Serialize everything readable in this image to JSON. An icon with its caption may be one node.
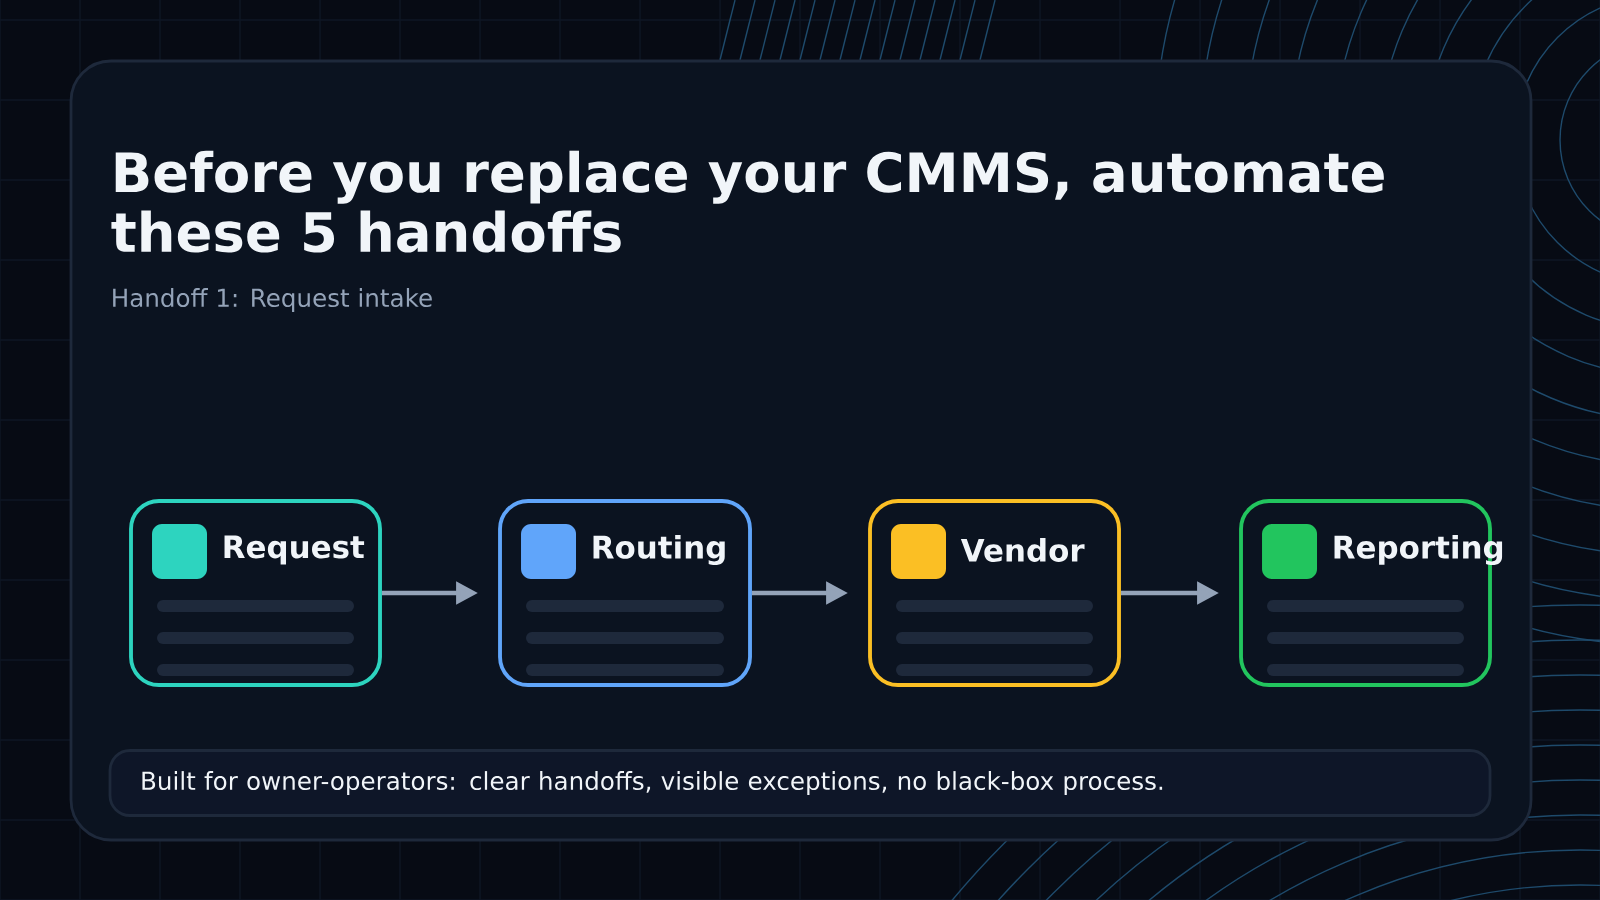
{
  "diagram": {
    "title": "Before you replace your CMMS, automate these 5 handoffs",
    "nodes": [
      {
        "text": [
          "Request"
        ]
      },
      {
        "text": [
          "Routing"
        ]
      },
      {
        "text": [
          "Vendor"
        ]
      },
      {
        "text": [
          "Reporting"
        ]
      },
      {
        "text": [
          "Built for owner-operators: clear handoffs, visible exceptions, no black-box process."
        ]
      }
    ],
    "edges": [
      {
        "from": 0,
        "to": 1,
        "arrow": "to"
      },
      {
        "from": 1,
        "to": 2,
        "arrow": "to"
      },
      {
        "from": 2,
        "to": 3,
        "arrow": "to"
      }
    ],
    "labels": [
      "Handoff 1: Request intake"
    ]
  }
}
